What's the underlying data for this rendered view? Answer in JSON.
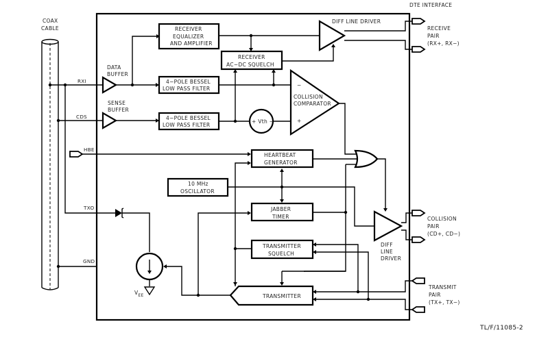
{
  "diagram": {
    "figure_id": "TL/F/11085-2",
    "external": {
      "coax_cable": [
        "COAX",
        "CABLE"
      ],
      "dte_interface": "DTE INTERFACE",
      "receive_pair": [
        "RECEIVE",
        "PAIR",
        "(RX+, RX−)"
      ],
      "collision_pair": [
        "COLLISION",
        "PAIR",
        "(CD+, CD−)"
      ],
      "transmit_pair": [
        "TRANSMIT",
        "PAIR",
        "(TX+, TX−)"
      ]
    },
    "pins": {
      "rxi": "RXI",
      "cds": "CDS",
      "hbe": "HBE",
      "txo": "TXO",
      "gnd": "GND",
      "vee": "V",
      "vee_sub": "EE"
    },
    "buffers": {
      "data": [
        "DATA",
        "BUFFER"
      ],
      "sense": [
        "SENSE",
        "BUFFER"
      ]
    },
    "blocks": {
      "receiver_eq": [
        "RECEIVER",
        "EQUALIZER",
        "AND AMPLIFIER"
      ],
      "receiver_squelch": [
        "RECEIVER",
        "AC−DC SQUELCH"
      ],
      "bessel_1": [
        "4−POLE BESSEL",
        "LOW PASS FILTER"
      ],
      "bessel_2": [
        "4−POLE BESSEL",
        "LOW PASS FILTER"
      ],
      "vth": "+ Vth −",
      "collision_comparator": [
        "COLLISION",
        "COMPARATOR"
      ],
      "comp_minus": "−",
      "comp_plus": "+",
      "heartbeat": [
        "HEARTBEAT",
        "GENERATOR"
      ],
      "oscillator": [
        "10 MHz",
        "OSCILLATOR"
      ],
      "jabber": [
        "JABBER",
        "TIMER"
      ],
      "tx_squelch": [
        "TRANSMITTER",
        "SQUELCH"
      ],
      "transmitter": "TRANSMITTER",
      "rx_driver": "DIFF LINE DRIVER",
      "cd_driver": [
        "DIFF",
        "LINE",
        "DRIVER"
      ]
    }
  }
}
